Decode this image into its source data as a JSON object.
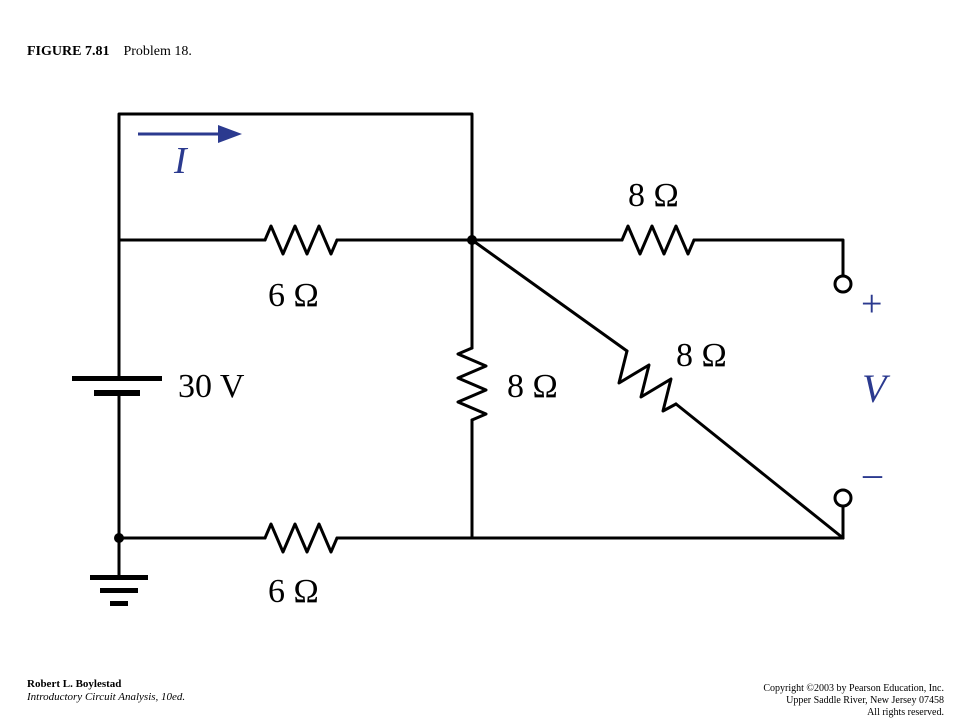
{
  "figure": {
    "number": "FIGURE 7.81",
    "title": "Problem 18."
  },
  "circuit": {
    "source": {
      "label": "30 V"
    },
    "resistors": {
      "top_left": "6 Ω",
      "bottom_left": "6 Ω",
      "middle_vertical": "8 Ω",
      "diagonal": "8 Ω",
      "top_right": "8 Ω"
    },
    "current_label": "I",
    "voltage": {
      "label": "V",
      "plus": "+",
      "minus": "–"
    },
    "accent_color": "#2b3a8f"
  },
  "footer": {
    "author": "Robert L. Boylestad",
    "book": "Introductory Circuit Analysis, 10ed.",
    "copyright": "Copyright ©2003 by Pearson Education, Inc.",
    "address": "Upper Saddle River, New Jersey 07458",
    "rights": "All rights reserved."
  }
}
